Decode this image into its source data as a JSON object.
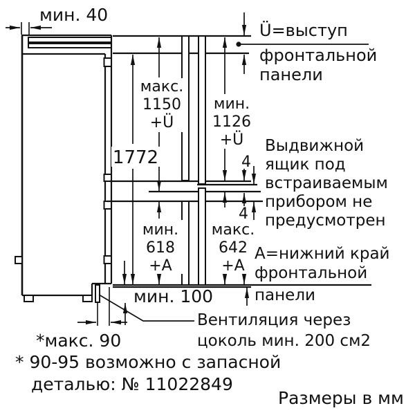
{
  "diagram": {
    "title_hint": "Built-in appliance installation dimensions drawing",
    "top_gap": "мин. 40",
    "u_label": [
      "Ü=выступ",
      "фронтальной",
      "панели"
    ],
    "max1150": [
      "макс.",
      "1150",
      "+Ü"
    ],
    "min1126": [
      "мин.",
      "1126",
      "+Ü"
    ],
    "height": "1772",
    "drawer_note": [
      "Выдвижной",
      "ящик под",
      "встраиваемым",
      "прибором не",
      "предусмотрен"
    ],
    "gap_top": "4",
    "gap_bottom": "4",
    "min618": [
      "мин.",
      "618",
      "+A"
    ],
    "max642": [
      "макс.",
      "642",
      "+A"
    ],
    "a_label": [
      "А=нижний край",
      "фронтальной",
      "панели"
    ],
    "min100": "мин. 100",
    "max90": "*макс. 90",
    "vent_note": [
      "Вентиляция через",
      "цоколь мин. 200 см2"
    ],
    "footnote": [
      "* 90-95 возможно с запасной",
      "деталью: № 11022849"
    ],
    "units": "Размеры в мм",
    "colors": {
      "ink": "#111111",
      "background": "#ffffff"
    }
  }
}
